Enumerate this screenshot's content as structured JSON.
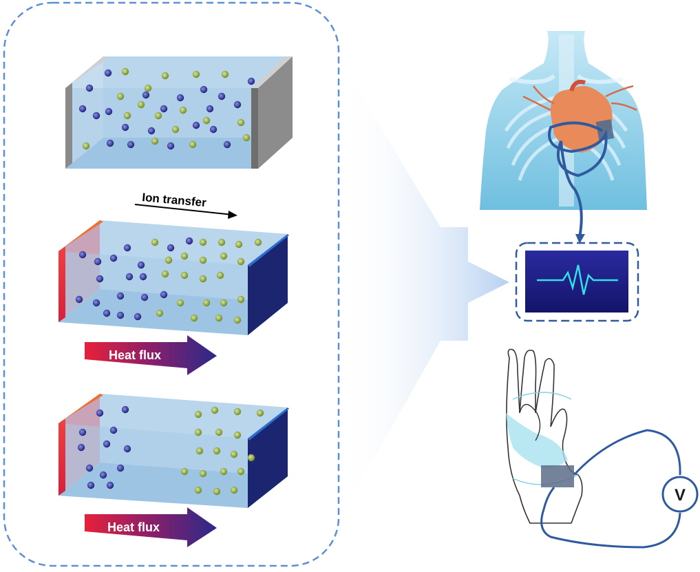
{
  "labels": {
    "ion_transfer": "Ion transfer",
    "heat_flux_1": "Heat flux",
    "heat_flux_2": "Heat flux",
    "voltmeter": "V"
  },
  "colors": {
    "dashed_border": "#5b8fd6",
    "cation": "#8fa63a",
    "anion": "#2b2f8f",
    "hot_side": "#e0223a",
    "cold_side": "#1c2670",
    "electrolyte": "#a9cbe6",
    "monitor_bg": "#1f1f8a",
    "signal": "#33e0e8",
    "wire": "#2f5aa0"
  },
  "icons": [
    "heart-icon",
    "torso-icon",
    "hand-icon",
    "monitor-icon",
    "voltmeter-icon",
    "ion-transfer-arrow-icon",
    "heat-flux-arrow-icon"
  ]
}
